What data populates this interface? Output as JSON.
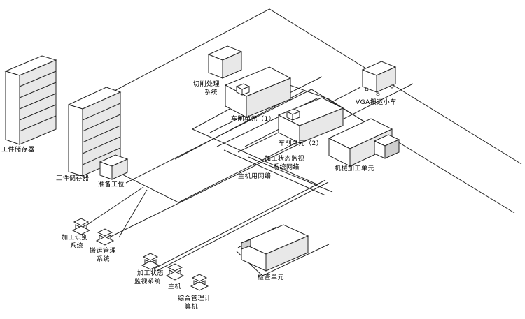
{
  "labels": {
    "cutting_system_1": "切削处理",
    "cutting_system_2": "系统",
    "vga_cart": "VGA搬运小车",
    "turning_unit_1": "车削单元（1）",
    "turning_unit_2": "车削单元（2）",
    "workpiece_storage_left": "工件储存器",
    "workpiece_storage_mid": "工件储存器",
    "prep_station": "准备工位",
    "monitor_network_1": "加工状态监视",
    "monitor_network_2": "系统网络",
    "machining_unit": "机械加工单元",
    "host_network": "主机用网络",
    "identification_1": "加工识别",
    "identification_2": "系统",
    "transport_mgmt_1": "搬运管理",
    "transport_mgmt_2": "系统",
    "monitor_system_1": "加工状态",
    "monitor_system_2": "监视系统",
    "host": "主机",
    "integrated_mgmt_1": "综合管理计",
    "integrated_mgmt_2": "算机",
    "inspection_unit": "检查单元"
  }
}
